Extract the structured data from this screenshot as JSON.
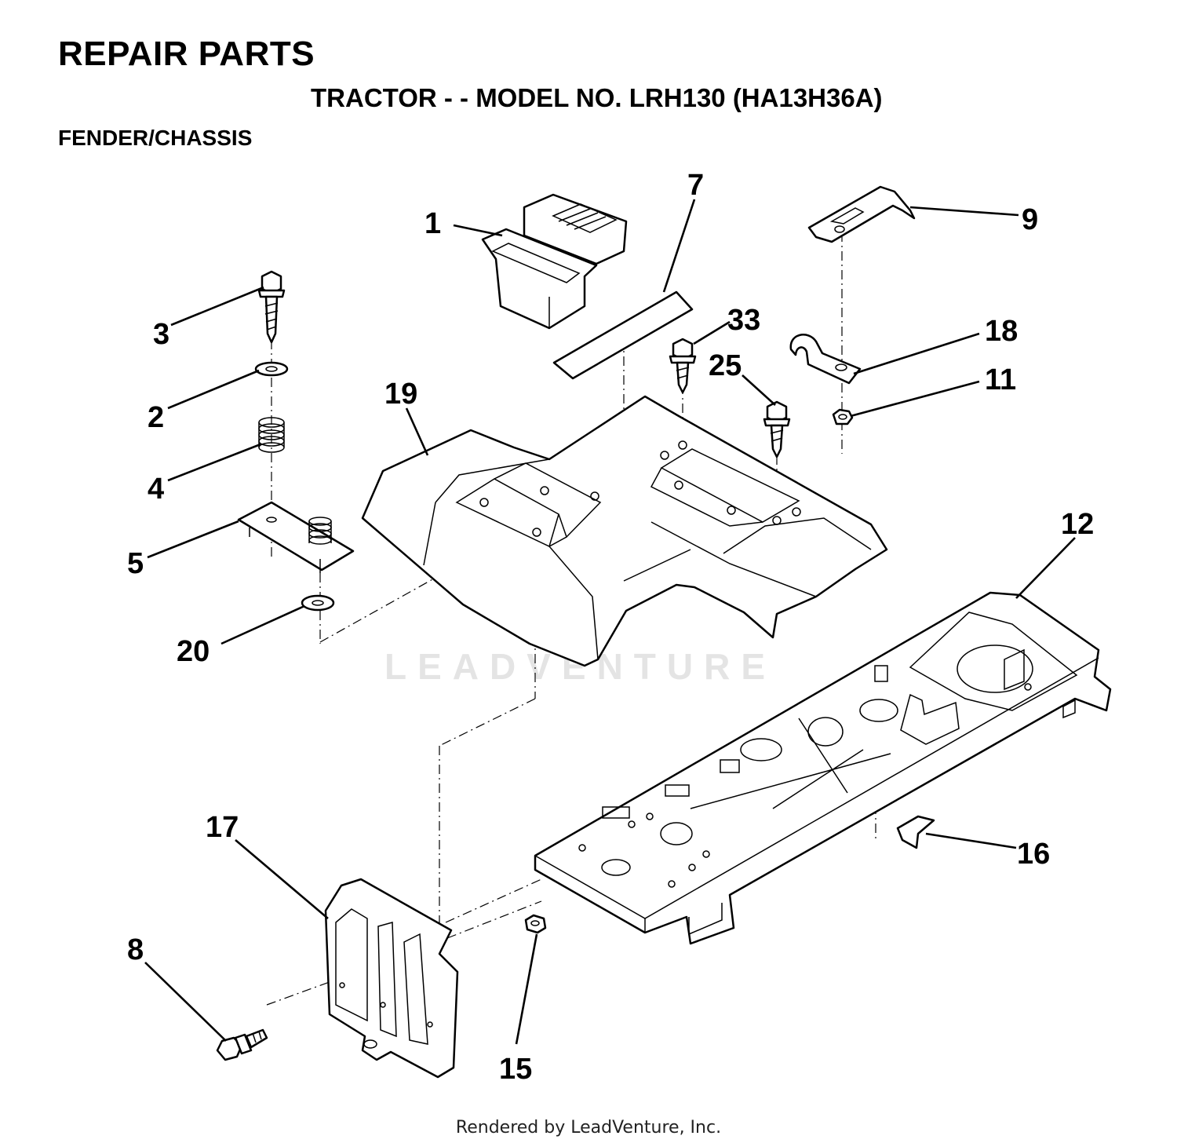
{
  "header": {
    "title": "REPAIR PARTS",
    "subtitle": "TRACTOR - - MODEL NO. LRH130 (HA13H36A)",
    "section": "FENDER/CHASSIS"
  },
  "callouts": [
    "1",
    "7",
    "9",
    "3",
    "33",
    "18",
    "25",
    "11",
    "2",
    "19",
    "4",
    "12",
    "5",
    "20",
    "17",
    "16",
    "8",
    "15"
  ],
  "watermark": "LEADVENTURE",
  "footer": "Rendered by LeadVenture, Inc."
}
